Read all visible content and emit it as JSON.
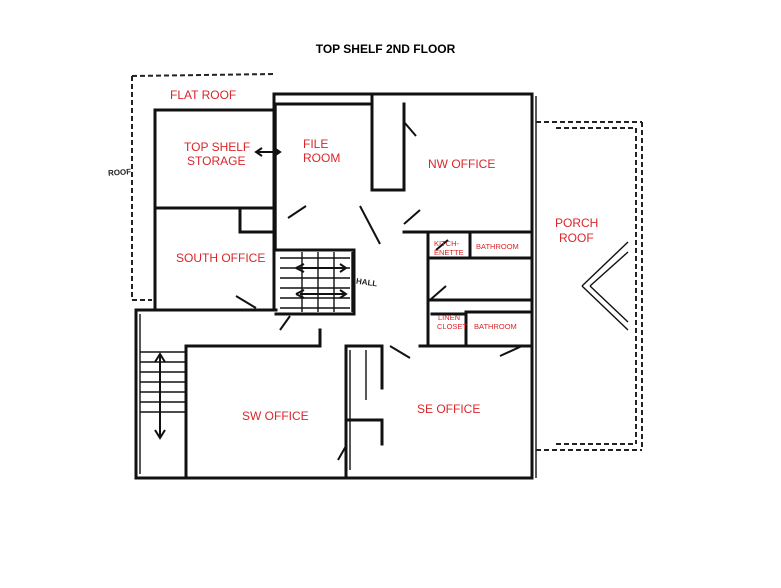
{
  "title": "TOP SHELF 2ND FLOOR",
  "rooms": {
    "flat_roof": "FLAT ROOF",
    "top_shelf_storage_1": "TOP SHELF",
    "top_shelf_storage_2": "STORAGE",
    "file_room_1": "FILE",
    "file_room_2": "ROOM",
    "nw_office": "NW OFFICE",
    "south_office": "SOUTH OFFICE",
    "kitchenette_1": "KITCH-",
    "kitchenette_2": "ENETTE",
    "bathroom_upper": "BATHROOM",
    "linen_closet_1": "LINEN",
    "linen_closet_2": "CLOSET",
    "bathroom_lower": "BATHROOM",
    "porch_roof_1": "PORCH",
    "porch_roof_2": "ROOF",
    "sw_office": "SW OFFICE",
    "se_office": "SE OFFICE"
  },
  "notes": {
    "hall": "HALL",
    "roof": "ROOF"
  },
  "colors": {
    "room_label": "#d9262b",
    "walls": "#111111"
  }
}
